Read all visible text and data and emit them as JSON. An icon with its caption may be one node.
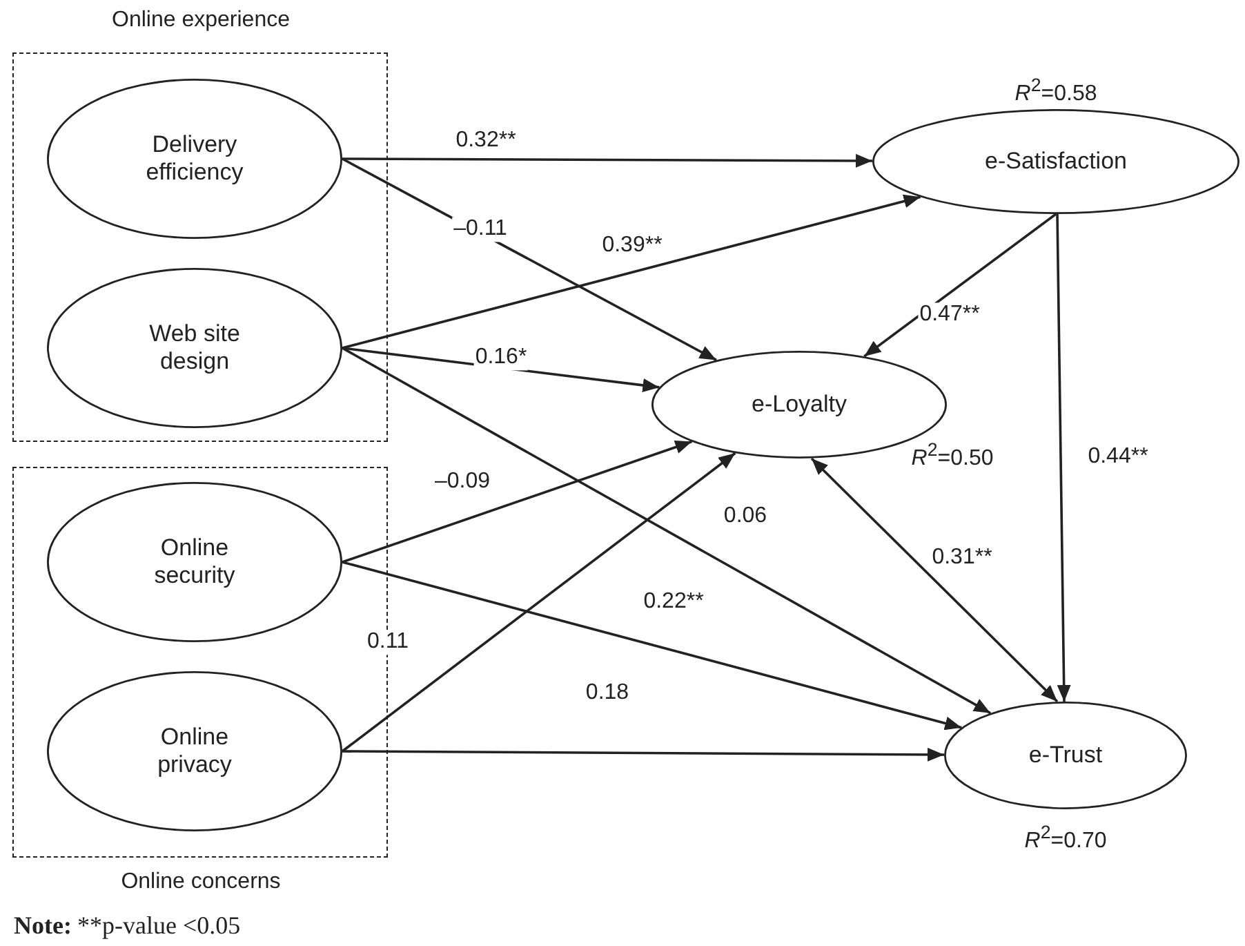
{
  "diagram": {
    "nodes": [
      {
        "text": [
          "Online experience"
        ]
      },
      {
        "text": [
          "Delivery efficiency"
        ],
        "in": 0
      },
      {
        "text": [
          "Web site design"
        ],
        "in": 0
      },
      {
        "text": [
          "Online concerns"
        ]
      },
      {
        "text": [
          "Online security"
        ],
        "in": 3
      },
      {
        "text": [
          "Online privacy"
        ],
        "in": 3
      },
      {
        "text": [
          "e-Satisfaction"
        ],
        "beside": [
          "*R*$^{2}$=0.58"
        ]
      },
      {
        "text": [
          "e-Loyalty"
        ],
        "beside": [
          "*R*$^{2}$=0.50"
        ]
      },
      {
        "text": [
          "e-Trust"
        ],
        "beside": [
          "*R*$^{2}$=0.70"
        ]
      }
    ],
    "edges": [
      {
        "from": 1,
        "to": 6,
        "arrow": "to",
        "label": "0.32**"
      },
      {
        "from": 1,
        "to": 7,
        "arrow": "to",
        "label": "–0.11"
      },
      {
        "from": 2,
        "to": 6,
        "arrow": "to",
        "label": "0.39**"
      },
      {
        "from": 2,
        "to": 7,
        "arrow": "to",
        "label": "0.16*"
      },
      {
        "from": 2,
        "to": 8,
        "arrow": "to",
        "label": "0.06"
      },
      {
        "from": 4,
        "to": 7,
        "arrow": "to",
        "label": "–0.09"
      },
      {
        "from": 4,
        "to": 8,
        "arrow": "to",
        "label": "0.22**"
      },
      {
        "from": 5,
        "to": 7,
        "arrow": "to",
        "label": "0.11"
      },
      {
        "from": 5,
        "to": 8,
        "arrow": "to",
        "label": "0.18"
      },
      {
        "from": 6,
        "to": 7,
        "arrow": "to",
        "label": "0.47**"
      },
      {
        "from": 6,
        "to": 8,
        "arrow": "to",
        "label": "0.44**"
      },
      {
        "from": 7,
        "to": 8,
        "arrow": "both",
        "label": "0.31**"
      }
    ],
    "labels": [
      "Note:",
      "**p-value <0.05"
    ]
  }
}
